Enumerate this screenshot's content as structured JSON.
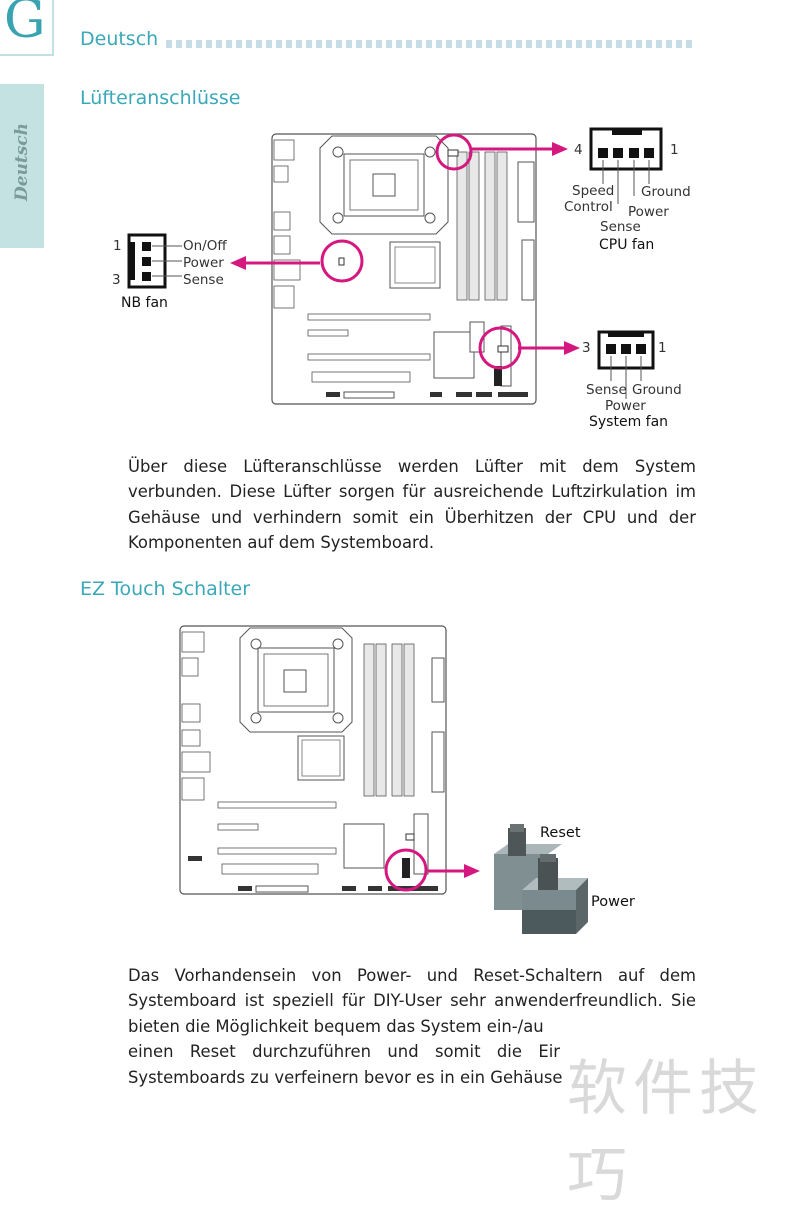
{
  "page": {
    "chapter_letter": "G",
    "side_tab_label": "Deutsch",
    "header_title": "Deutsch"
  },
  "fan_section": {
    "title": "Lüfteranschlüsse",
    "cpu_fan": {
      "name": "CPU  fan",
      "pin_left": "4",
      "pin_right": "1",
      "pins": [
        "Speed Control",
        "Sense",
        "Power",
        "Ground"
      ],
      "labels": {
        "speed": "Speed",
        "control": "Control",
        "sense": "Sense",
        "power": "Power",
        "ground": "Ground"
      }
    },
    "nb_fan": {
      "name": "NB  fan",
      "pin_top": "1",
      "pin_bottom": "3",
      "pins": [
        "On/Off",
        "Power",
        "Sense"
      ]
    },
    "system_fan": {
      "name": "System  fan",
      "pin_left": "3",
      "pin_right": "1",
      "labels": {
        "sense": "Sense",
        "ground": "Ground",
        "power": "Power"
      }
    },
    "paragraph": [
      "Über diese Lüfteranschlüsse werden Lüfter mit dem System",
      "verbunden. Diese Lüfter sorgen für ausreichende Luftzirkulation im",
      "Gehäuse und verhindern somit ein Überhitzen der CPU und der",
      "Komponenten auf dem Systemboard."
    ]
  },
  "switch_section": {
    "title": "EZ Touch Schalter",
    "reset_label": "Reset",
    "power_label": "Power",
    "paragraph": [
      "Das Vorhandensein von Power- und Reset-Schaltern auf dem",
      "Systemboard ist speziell für DIY-User sehr anwenderfreundlich. Sie",
      "bieten die Möglichkeit bequem das System ein-/au",
      "einen Reset durchzuführen und somit die Eir",
      "Systemboards zu verfeinern bevor es in ein Gehäuse"
    ]
  },
  "watermark": "软件技巧",
  "colors": {
    "accent": "#3aa8b8",
    "highlight": "#d4187f",
    "side_tab": "#c5e2e2"
  }
}
